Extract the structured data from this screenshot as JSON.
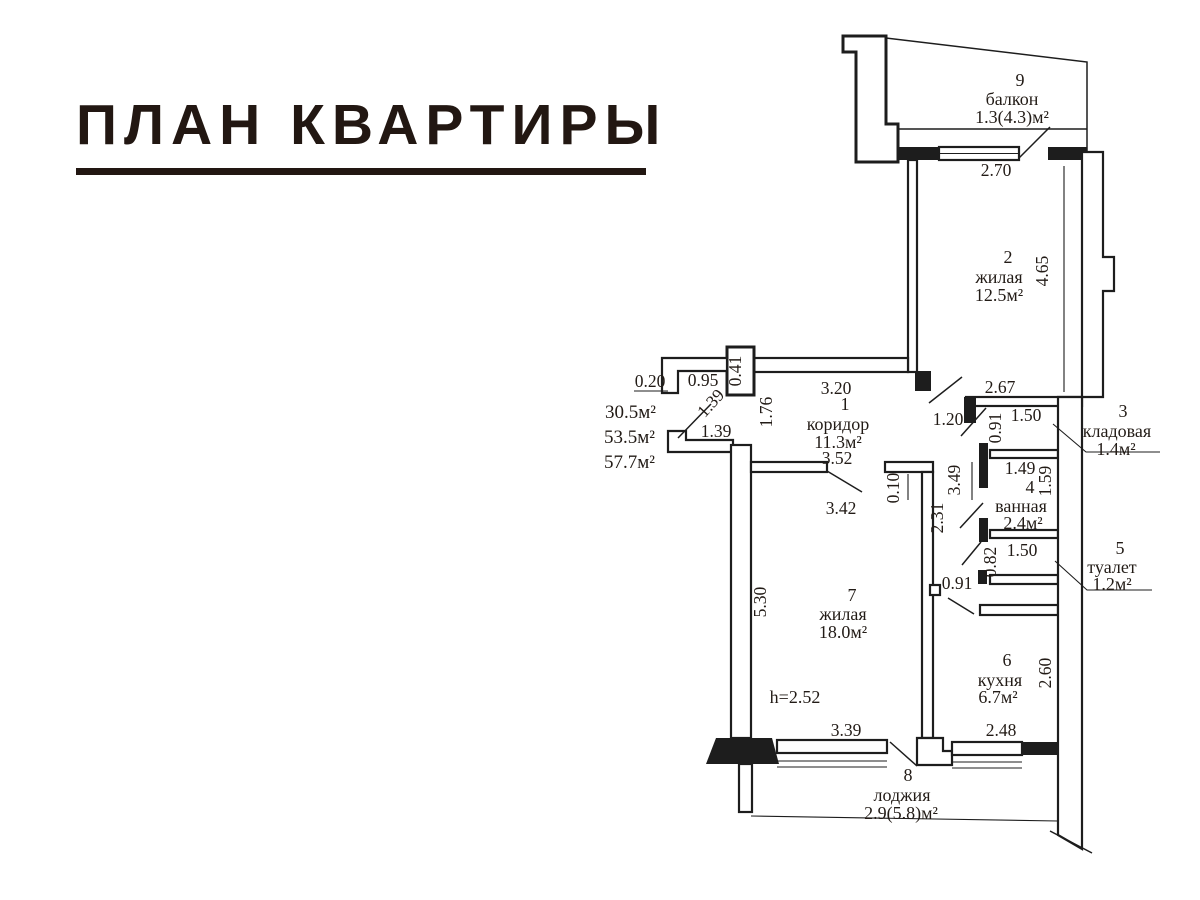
{
  "title": "ПЛАН КВАРТИРЫ",
  "summary_areas": [
    "30.5м²",
    "53.5м²",
    "57.7м²"
  ],
  "ceiling_height": "h=2.52",
  "rooms": [
    {
      "number": "1",
      "name": "коридор",
      "area": "11.3м²"
    },
    {
      "number": "2",
      "name": "жилая",
      "area": "12.5м²"
    },
    {
      "number": "3",
      "name": "кладовая",
      "area": "1.4м²"
    },
    {
      "number": "4",
      "name": "ванная",
      "area": "2.4м²"
    },
    {
      "number": "5",
      "name": "туалет",
      "area": "1.2м²"
    },
    {
      "number": "6",
      "name": "кухня",
      "area": "6.7м²"
    },
    {
      "number": "7",
      "name": "жилая",
      "area": "18.0м²"
    },
    {
      "number": "8",
      "name": "лоджия",
      "area": "2.9(5.8)м²"
    },
    {
      "number": "9",
      "name": "балкон",
      "area": "1.3(4.3)м²"
    }
  ],
  "dims": {
    "balcony_width": "2.70",
    "room2_height": "4.65",
    "room2_bottom": "2.67",
    "room2_door": "1.20",
    "entry_step": "0.20",
    "entry_wall": "0.95",
    "entry_thickness": "0.41",
    "corridor_length": "3.20",
    "corridor_width": "1.76",
    "corridor_bottom": "3.52",
    "entry_door_diag": "1.39",
    "entry_door": "1.39",
    "storage_width": "1.50",
    "storage_depth": "0.91",
    "bath_wall": "3.49",
    "bath_width": "1.49",
    "bath_height": "1.59",
    "wc_width": "1.50",
    "wc_depth": "0.82",
    "kitchen_door": "0.91",
    "hall_height": "2.31",
    "wall_stub": "0.10",
    "room7_door": "3.42",
    "room7_height": "5.30",
    "room7_window": "3.39",
    "kitchen_height": "2.60",
    "kitchen_window": "2.48"
  },
  "colors": {
    "ink": "#1d1d1d",
    "paper": "#ffffff"
  }
}
